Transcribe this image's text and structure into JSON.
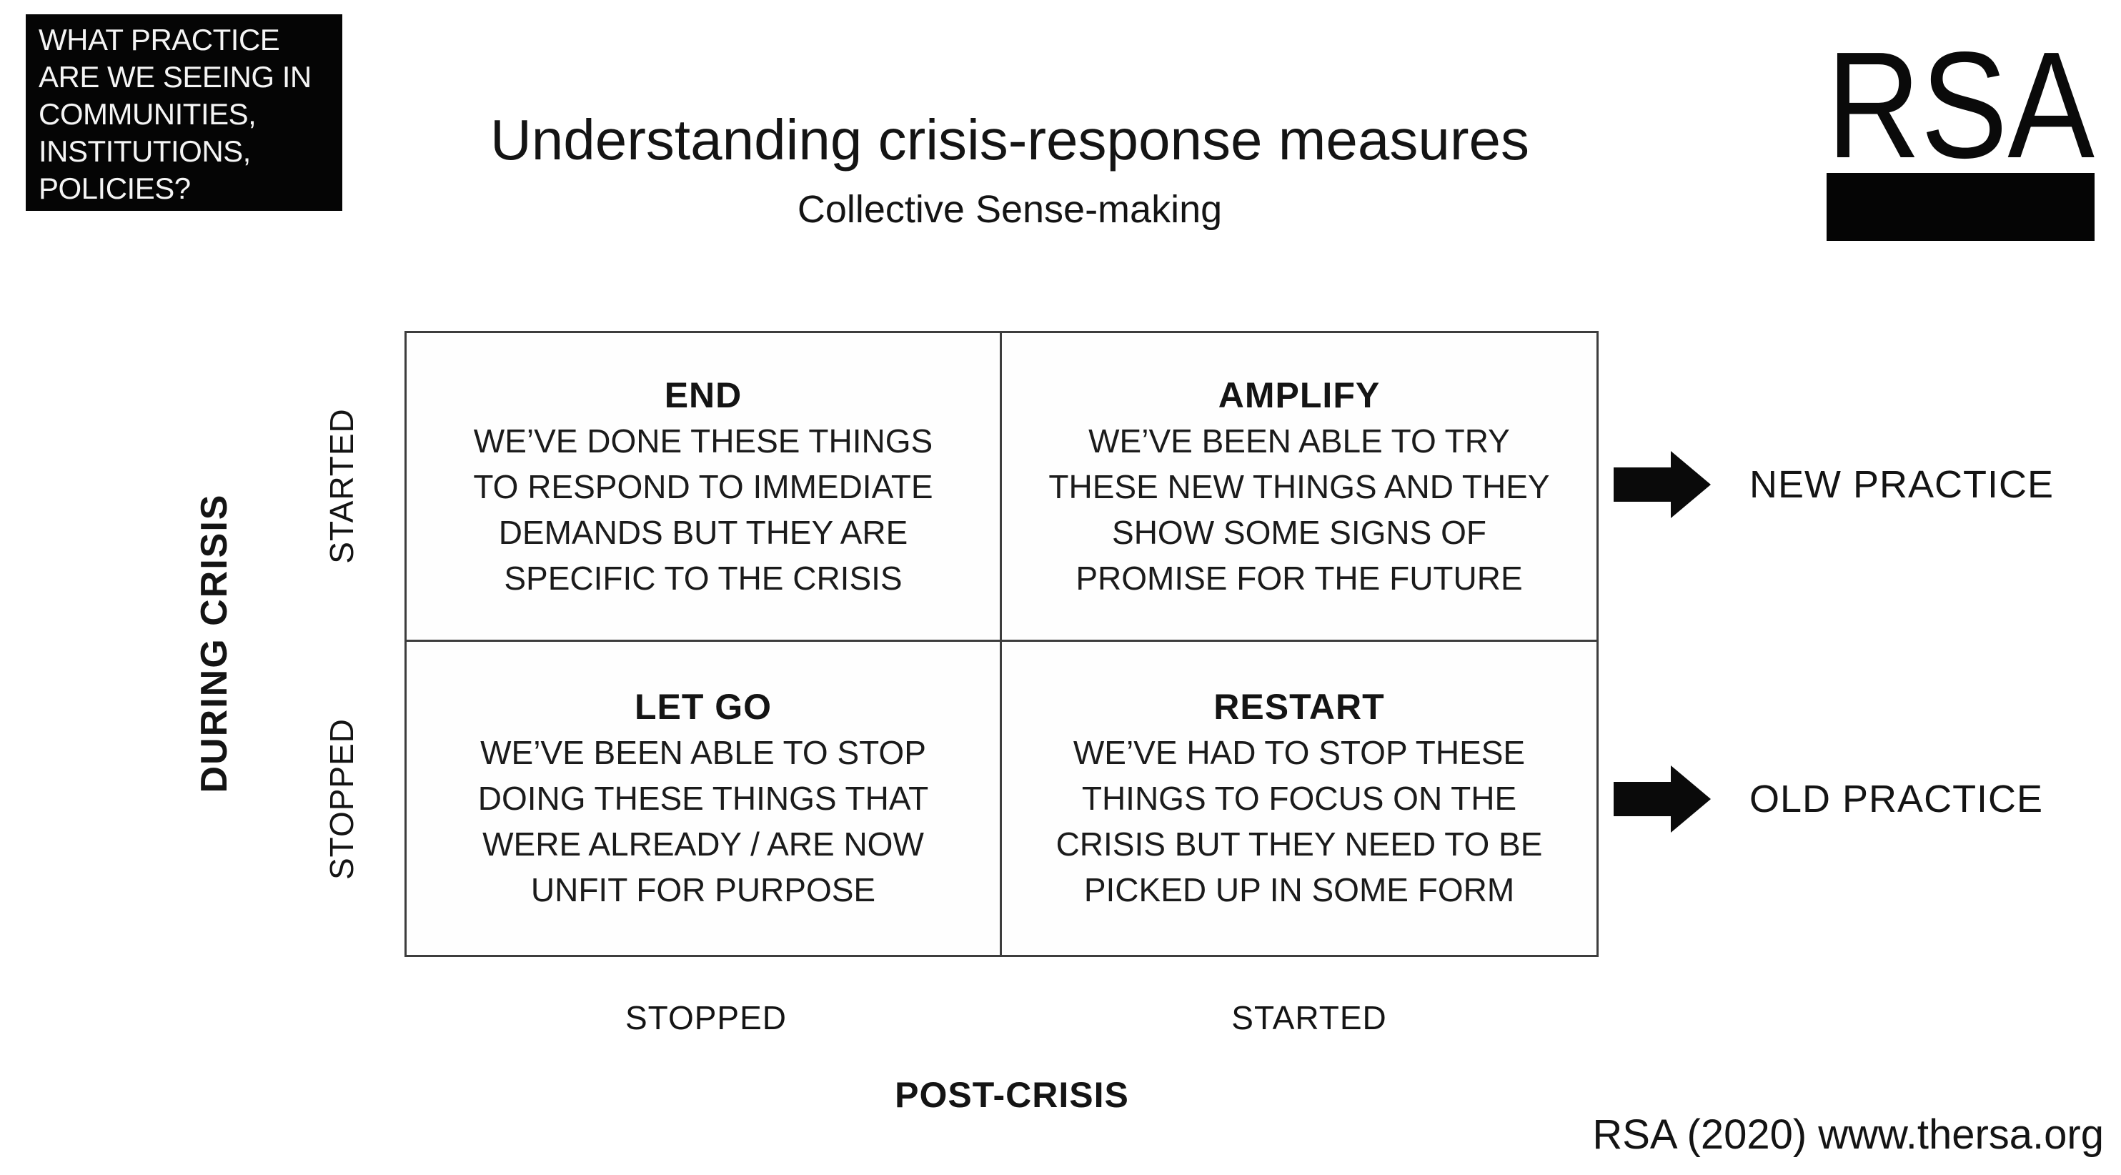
{
  "question_box": {
    "text": "WHAT PRACTICE\nARE WE SEEING IN\nCOMMUNITIES,\nINSTITUTIONS,\nPOLICIES?"
  },
  "header": {
    "title": "Understanding crisis-response measures",
    "subtitle": "Collective Sense-making"
  },
  "logo": {
    "text": "RSA"
  },
  "matrix": {
    "y_axis": {
      "label": "DURING CRISIS",
      "top_tick": "STARTED",
      "bottom_tick": "STOPPED"
    },
    "x_axis": {
      "label": "POST-CRISIS",
      "left_tick": "STOPPED",
      "right_tick": "STARTED"
    },
    "quadrants": {
      "top_left": {
        "title": "END",
        "body": "WE’VE DONE THESE THINGS\nTO RESPOND TO IMMEDIATE\nDEMANDS BUT THEY ARE\nSPECIFIC TO THE CRISIS"
      },
      "top_right": {
        "title": "AMPLIFY",
        "body": "WE’VE BEEN ABLE TO TRY\nTHESE NEW THINGS AND THEY\nSHOW SOME SIGNS OF\nPROMISE FOR THE FUTURE"
      },
      "bottom_left": {
        "title": "LET GO",
        "body": "WE’VE BEEN ABLE TO STOP\nDOING THESE THINGS THAT\nWERE ALREADY / ARE NOW\nUNFIT FOR PURPOSE"
      },
      "bottom_right": {
        "title": "RESTART",
        "body": "WE’VE HAD TO STOP THESE\nTHINGS TO FOCUS ON THE\nCRISIS BUT THEY NEED TO BE\nPICKED UP IN SOME FORM"
      }
    }
  },
  "annotations": {
    "new_practice": "NEW PRACTICE",
    "old_practice": "OLD PRACTICE"
  },
  "footer": {
    "credit": "RSA (2020) www.thersa.org"
  },
  "colors": {
    "ink": "#141414",
    "question_box_bg": "#050505",
    "grid_line": "#3d3d3d",
    "arrow": "#0a0a0a"
  }
}
